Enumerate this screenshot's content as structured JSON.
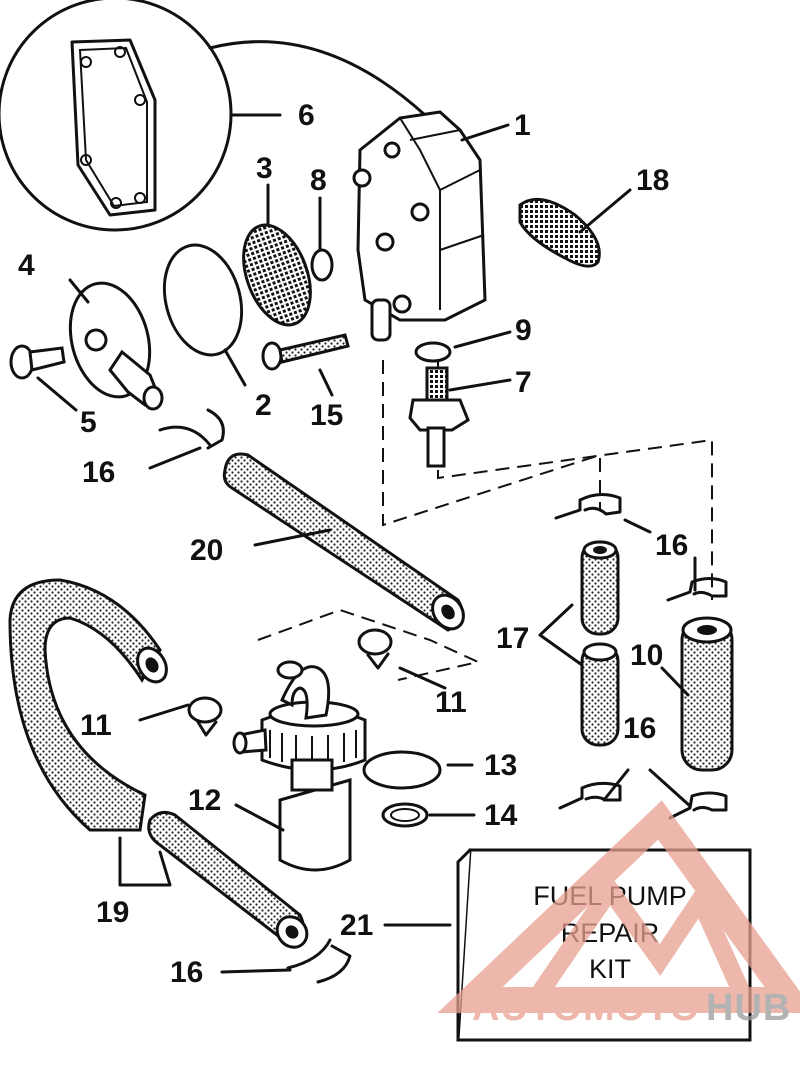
{
  "diagram": {
    "callouts": [
      {
        "id": "1",
        "label": "1"
      },
      {
        "id": "2",
        "label": "2"
      },
      {
        "id": "3",
        "label": "3"
      },
      {
        "id": "4",
        "label": "4"
      },
      {
        "id": "5",
        "label": "5"
      },
      {
        "id": "6",
        "label": "6"
      },
      {
        "id": "7",
        "label": "7"
      },
      {
        "id": "8",
        "label": "8"
      },
      {
        "id": "9",
        "label": "9"
      },
      {
        "id": "10",
        "label": "10"
      },
      {
        "id": "11a",
        "label": "11"
      },
      {
        "id": "11b",
        "label": "11"
      },
      {
        "id": "12",
        "label": "12"
      },
      {
        "id": "13",
        "label": "13"
      },
      {
        "id": "14",
        "label": "14"
      },
      {
        "id": "15",
        "label": "15"
      },
      {
        "id": "16a",
        "label": "16"
      },
      {
        "id": "16b",
        "label": "16"
      },
      {
        "id": "16c",
        "label": "16"
      },
      {
        "id": "16d",
        "label": "16"
      },
      {
        "id": "17",
        "label": "17"
      },
      {
        "id": "18",
        "label": "18"
      },
      {
        "id": "19",
        "label": "19"
      },
      {
        "id": "20",
        "label": "20"
      },
      {
        "id": "21",
        "label": "21"
      }
    ],
    "kit_box": {
      "line1": "FUEL PUMP",
      "line2": "REPAIR",
      "line3": "KIT"
    }
  },
  "watermark": {
    "part1": "AUTOMOTO",
    "part2": "HUB",
    "color_primary": "#e8a090",
    "color_secondary": "#9a9a9a"
  }
}
